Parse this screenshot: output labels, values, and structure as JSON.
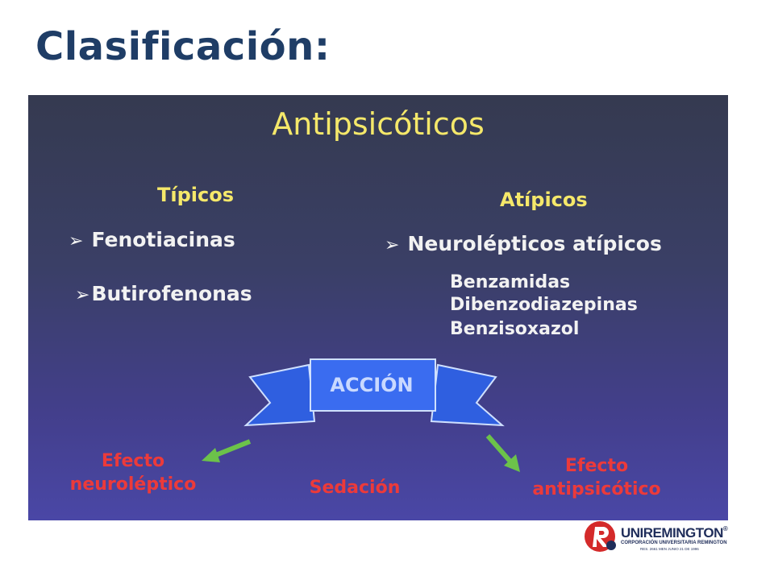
{
  "slide": {
    "title": "Clasificación:"
  },
  "diagram": {
    "main_title": "Antipsicóticos",
    "typical": {
      "heading": "Típicos",
      "items": [
        "Fenotiacinas",
        "Butirofenonas"
      ]
    },
    "atypical": {
      "heading": "Atípicos",
      "items": [
        "Neurolépticos atípicos"
      ],
      "subitems": [
        "Benzamidas",
        "Dibenzodiazepinas",
        "Benzisoxazol"
      ]
    },
    "action": "ACCIÓN",
    "effects": {
      "left_line1": "Efecto",
      "left_line2": "neuroléptico",
      "center": "Sedación",
      "right_line1": "Efecto",
      "right_line2": "antipsicótico"
    },
    "colors": {
      "heading_yellow": "#f5e86a",
      "effect_red": "#ec3a3a",
      "ribbon_blue": "#2f5fe0",
      "arrow_green": "#6cc24a"
    }
  },
  "logo": {
    "name": "UNIREMINGTON",
    "registered": "®",
    "subtitle": "CORPORACIÓN UNIVERSITARIA REMINGTON",
    "resolution": "RES. 2661 MEN JUNIO 21 DE 1996"
  }
}
